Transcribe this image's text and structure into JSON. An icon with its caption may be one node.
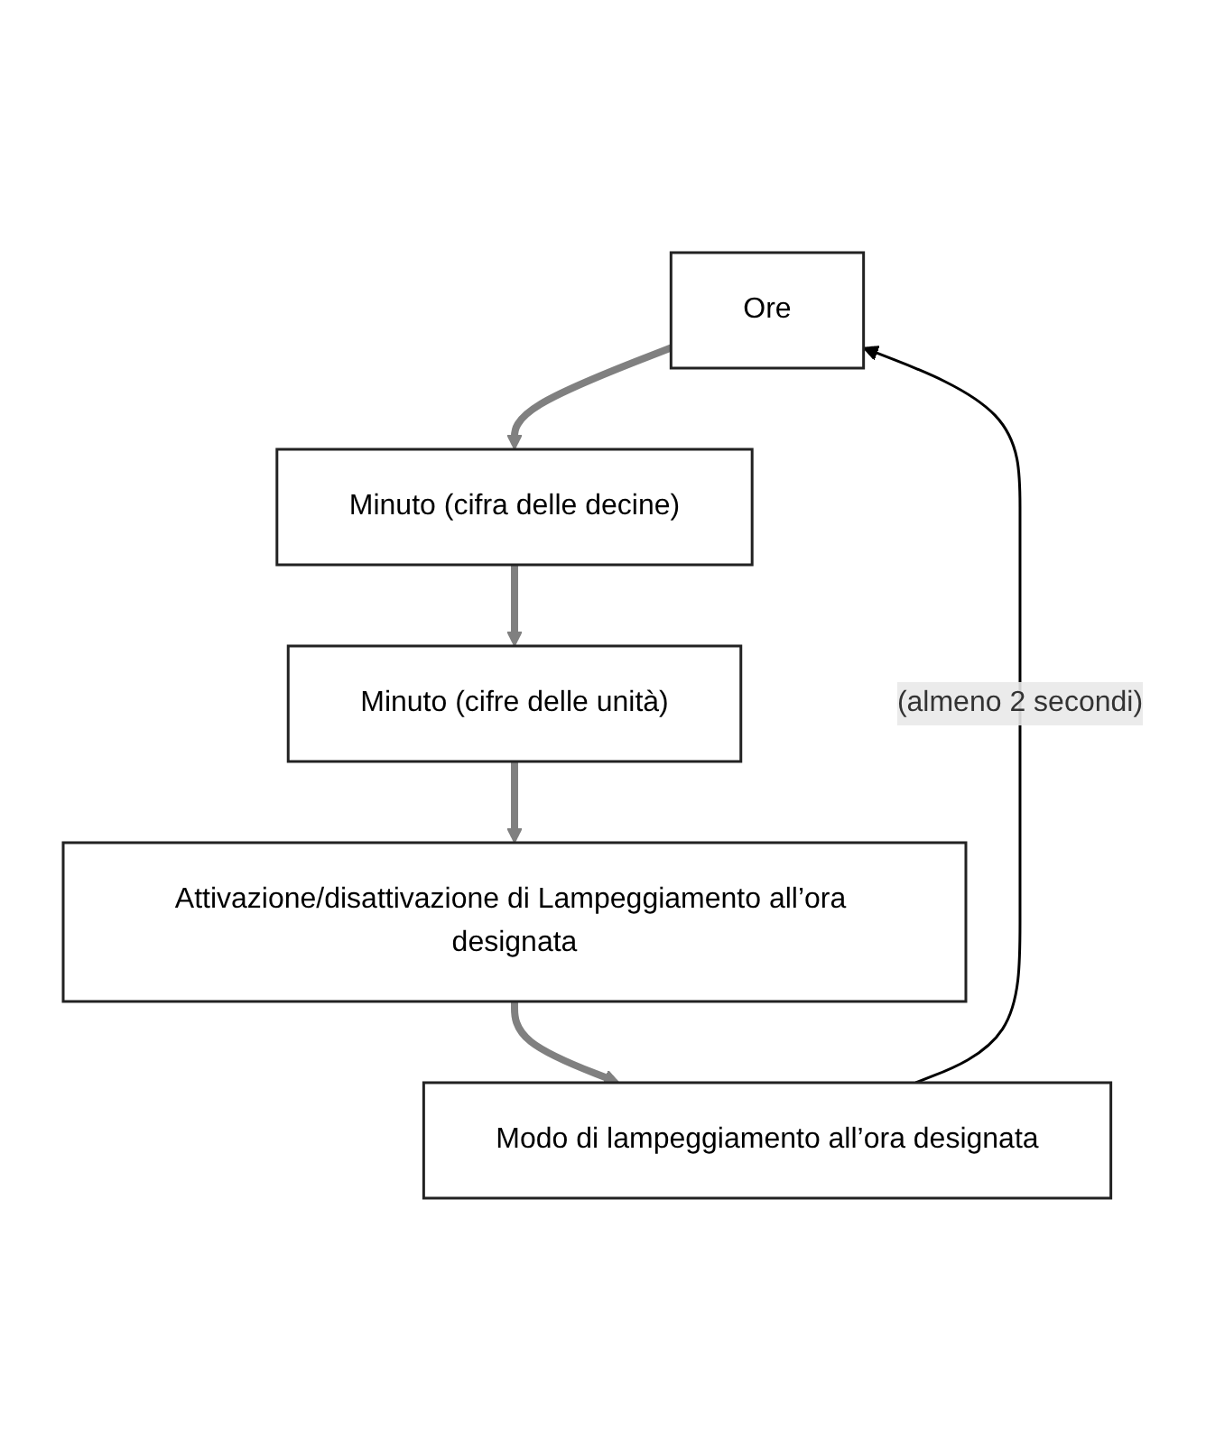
{
  "diagram": {
    "nodes": [
      {
        "text": [
          "Ore"
        ]
      },
      {
        "text": [
          "Minuto (cifra delle decine)"
        ]
      },
      {
        "text": [
          "Minuto (cifre delle unità)"
        ]
      },
      {
        "text": [
          "Attivazione/disattivazione di Lampeggiamento all’ora designata"
        ]
      },
      {
        "text": [
          "Modo di lampeggiamento all’ora designata"
        ]
      }
    ],
    "edges": [
      {
        "from": 0,
        "to": 1,
        "arrow": "to"
      },
      {
        "from": 1,
        "to": 2,
        "arrow": "to"
      },
      {
        "from": 2,
        "to": 3,
        "arrow": "to"
      },
      {
        "from": 3,
        "to": 4,
        "arrow": "to"
      },
      {
        "from": 4,
        "to": 0,
        "arrow": "to",
        "label": "(almeno 2 secondi)",
        "color": "#000000"
      }
    ]
  }
}
